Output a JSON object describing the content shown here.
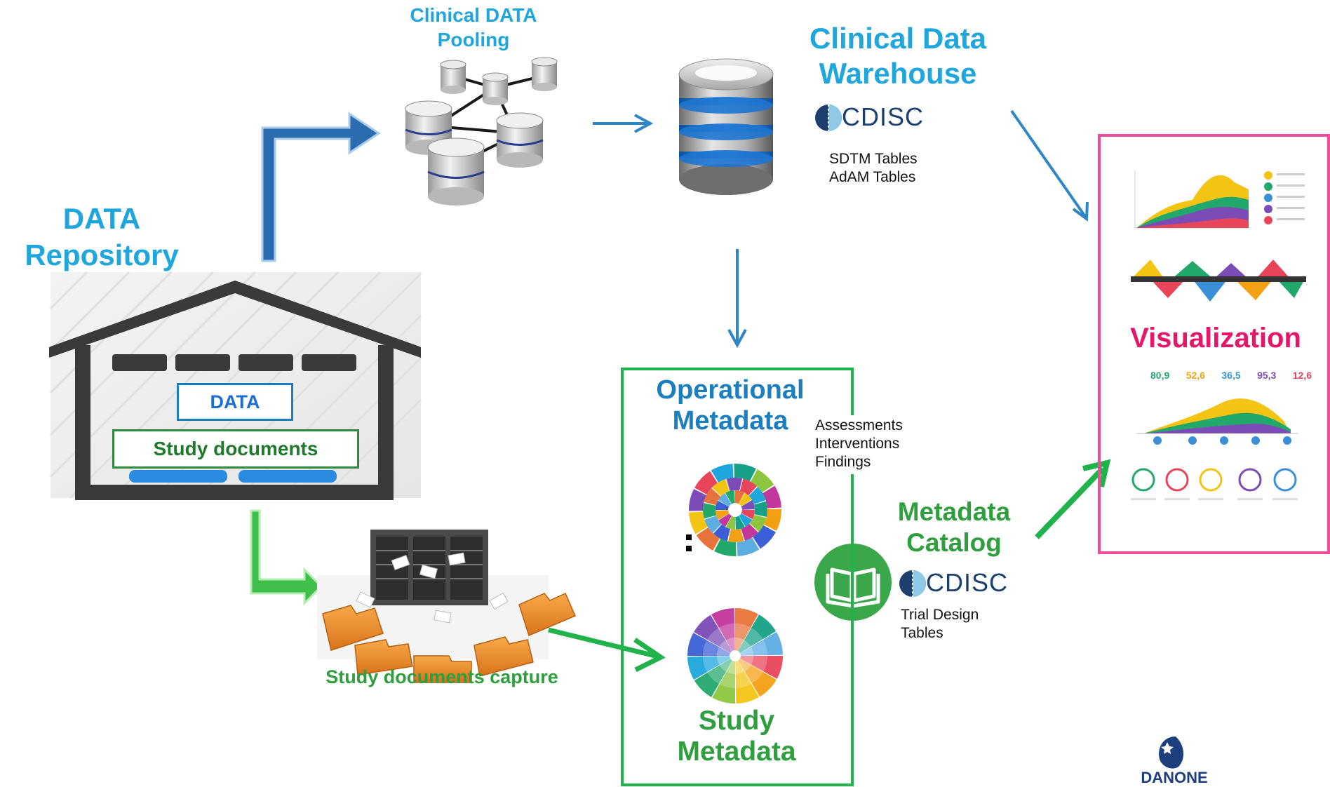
{
  "colors": {
    "cyan": "#1fa6dc",
    "blue": "#1b7fbf",
    "green": "#2e9e3e",
    "bright_green": "#22b24c",
    "pink": "#ee4d9b",
    "magenta_text": "#e4176a",
    "dark": "#333333"
  },
  "repository": {
    "title_line1": "DATA",
    "title_line2": "Repository",
    "data_label": "DATA",
    "docs_label": "Study documents"
  },
  "pooling": {
    "title_line1": "Clinical DATA",
    "title_line2": "Pooling"
  },
  "warehouse": {
    "title_line1": "Clinical Data",
    "title_line2": "Warehouse",
    "cdisc_label": "CDISC",
    "tables_line1": "SDTM Tables",
    "tables_line2": "AdAM Tables"
  },
  "operational": {
    "title_line1": "Operational",
    "title_line2": "Metadata",
    "items": [
      "Assessments",
      "Interventions",
      "Findings"
    ]
  },
  "study_metadata": {
    "title_line1": "Study",
    "title_line2": "Metadata"
  },
  "catalog": {
    "title_line1": "Metadata",
    "title_line2": "Catalog",
    "cdisc_label": "CDISC",
    "tables_line1": "Trial Design",
    "tables_line2": "Tables"
  },
  "capture": {
    "label": "Study documents capture"
  },
  "visualization": {
    "title": "Visualization",
    "stats": [
      "80,9",
      "52,6",
      "36,5",
      "95,3",
      "12,6"
    ]
  },
  "brand": {
    "name": "DANONE"
  }
}
